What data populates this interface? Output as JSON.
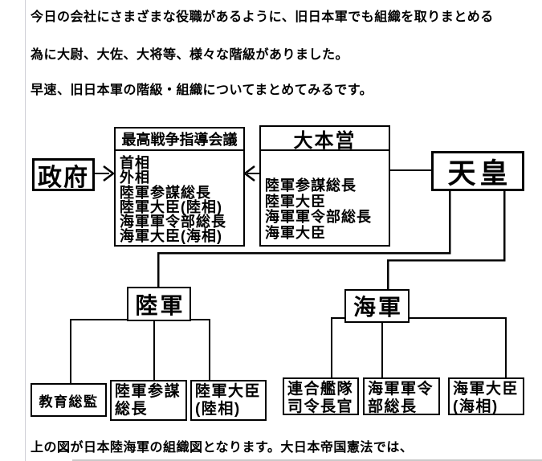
{
  "colors": {
    "line": "#000000",
    "page_edge": "#cfcfd6",
    "background": "#ffffff",
    "text": "#000000"
  },
  "intro": {
    "line1": "今日の会社にさまざまな役職があるように、旧日本軍でも組織を取りまとめる",
    "line2": "為に大尉、大佐、大将等、様々な階級がありました。",
    "line3": "早速、旧日本軍の階級・組織についてまとめてみるです。"
  },
  "outro": {
    "line1": "上の図が日本陸海軍の組織図となります。大日本帝国憲法では、"
  },
  "diagram": {
    "government": {
      "label": "政府"
    },
    "emperor": {
      "label": "天皇"
    },
    "supreme_council": {
      "title": "最高戦争指導会議",
      "members": [
        "首相",
        "外相",
        "陸軍参謀総長",
        "陸軍大臣(陸相)",
        "海軍軍令部総長",
        "海軍大臣(海相)"
      ]
    },
    "imperial_hq": {
      "title": "大本営",
      "members": [
        "陸軍参謀総長",
        "陸軍大臣",
        "海軍軍令部総長",
        "海軍大臣"
      ]
    },
    "army": {
      "label": "陸軍"
    },
    "navy": {
      "label": "海軍"
    },
    "army_children": [
      {
        "line1": "教育総監",
        "line2": ""
      },
      {
        "line1": "陸軍参謀",
        "line2": "総長"
      },
      {
        "line1": "陸軍大臣",
        "line2": "(陸相)"
      }
    ],
    "navy_children": [
      {
        "line1": "連合艦隊",
        "line2": "司令長官"
      },
      {
        "line1": "海軍軍令",
        "line2": "部総長"
      },
      {
        "line1": "海軍大臣",
        "line2": "(海相)"
      }
    ]
  }
}
